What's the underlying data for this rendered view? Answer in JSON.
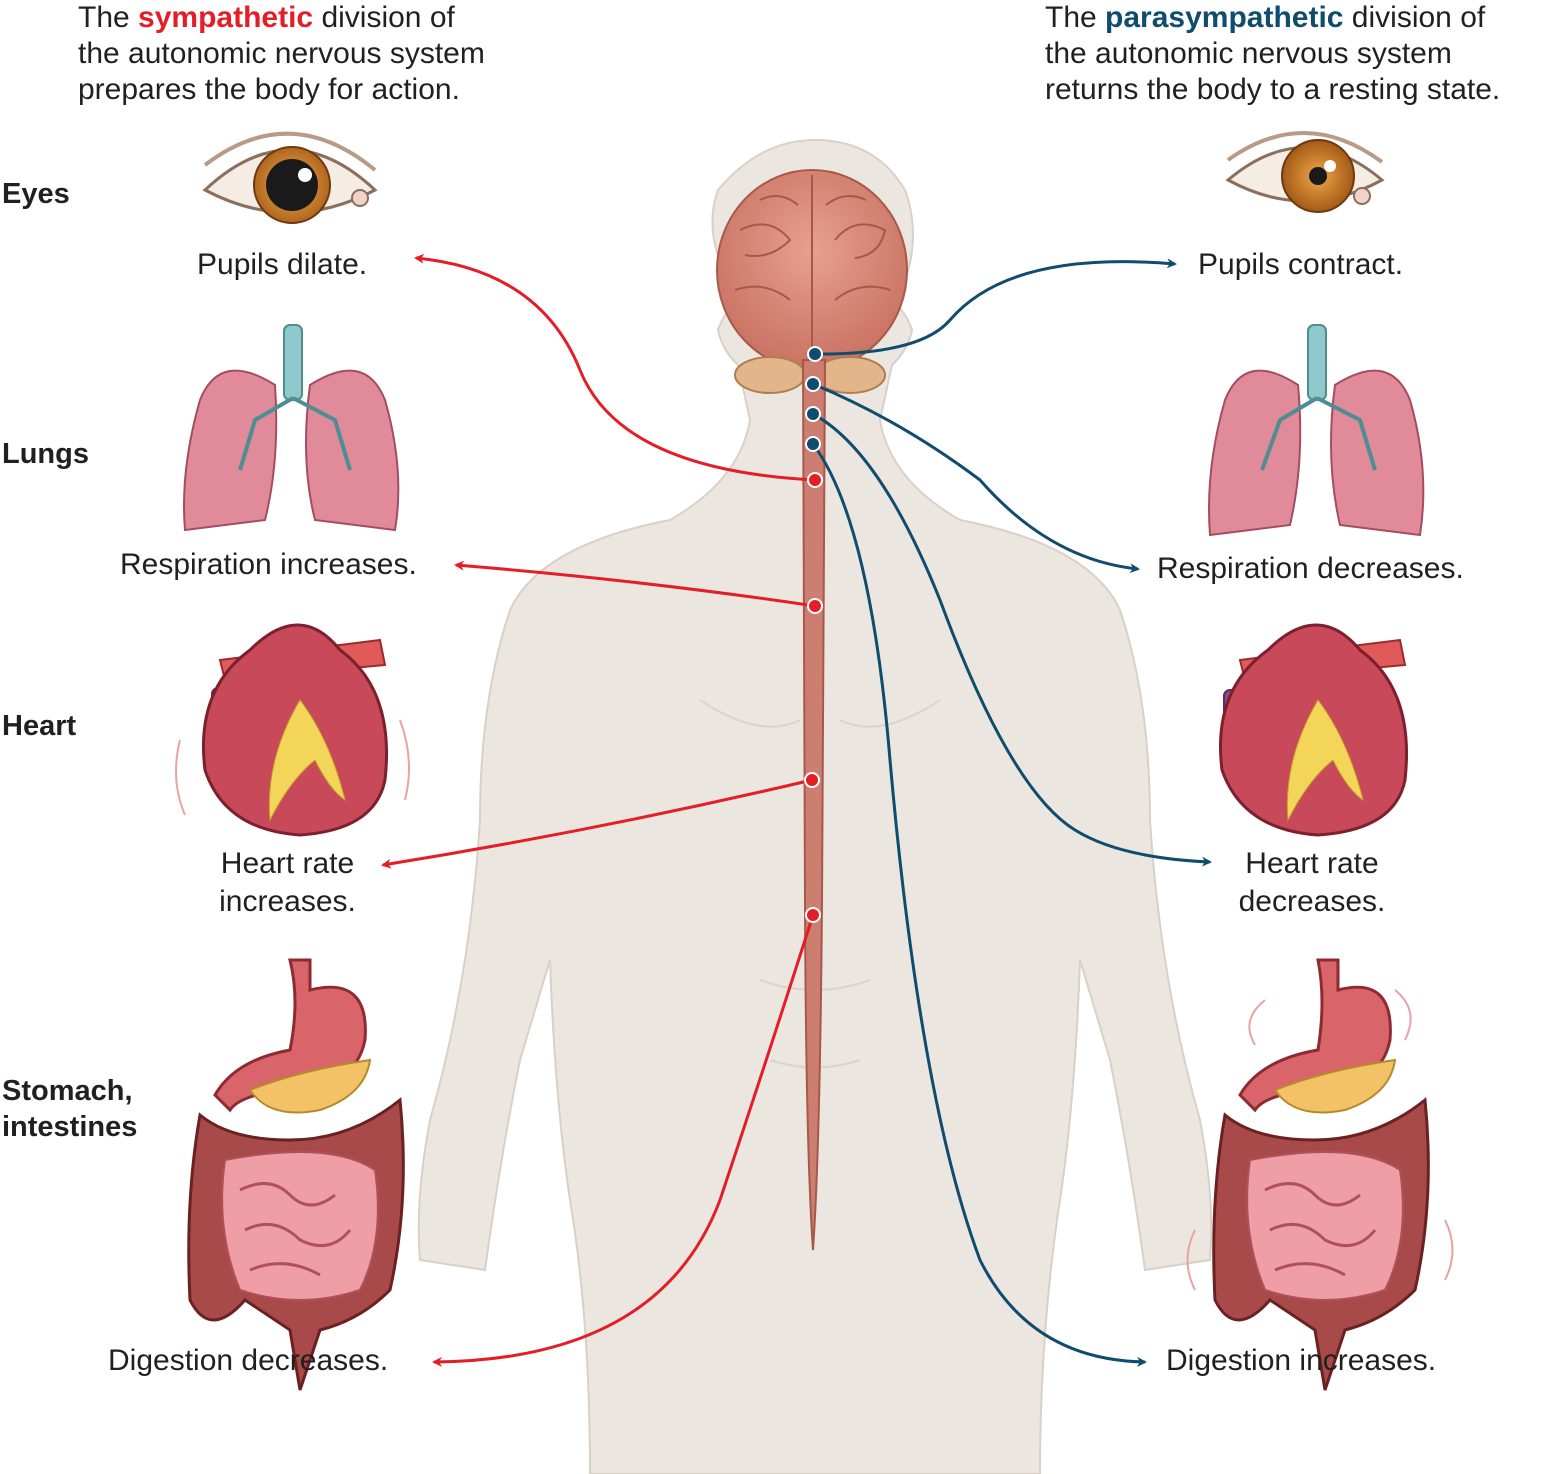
{
  "colors": {
    "sympathetic": "#e31e26",
    "parasympathetic": "#0f4c6e",
    "body": "#ece6e0",
    "spine": "#cc7f70"
  },
  "intro_left": {
    "pre": "The ",
    "keyword": "sympathetic",
    "post": " division of",
    "line2": "the autonomic nervous system",
    "line3": "prepares the body for action."
  },
  "intro_right": {
    "pre": "The ",
    "keyword": "parasympathetic",
    "post": " division of",
    "line2": "the autonomic nervous system",
    "line3": "returns the body to a resting state."
  },
  "organs": [
    {
      "key": "eyes",
      "label": "Eyes",
      "icon": "eye-icon"
    },
    {
      "key": "lungs",
      "label": "Lungs",
      "icon": "lungs-icon"
    },
    {
      "key": "heart",
      "label": "Heart",
      "icon": "heart-icon"
    },
    {
      "key": "gut",
      "label_line1": "Stomach,",
      "label_line2": "intestines",
      "icon": "stomach-intestines-icon"
    }
  ],
  "sympathetic_effects": {
    "eyes": "Pupils dilate.",
    "lungs": "Respiration increases.",
    "heart_line1": "Heart rate",
    "heart_line2": "increases.",
    "gut": "Digestion decreases."
  },
  "parasympathetic_effects": {
    "eyes": "Pupils contract.",
    "lungs": "Respiration decreases.",
    "heart_line1": "Heart rate",
    "heart_line2": "decreases.",
    "gut": "Digestion increases."
  }
}
